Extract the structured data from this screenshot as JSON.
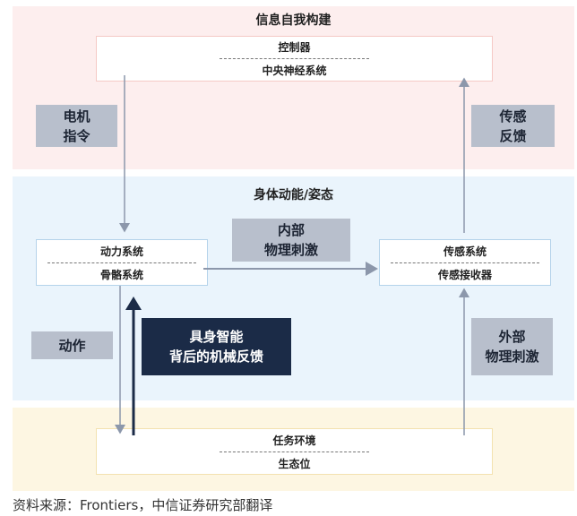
{
  "sections": {
    "info": "信息自我构建",
    "body": "身体动能/姿态"
  },
  "boxes": {
    "controller": {
      "top": "控制器",
      "bottom": "中央神经系统"
    },
    "motor": {
      "top": "动力系统",
      "bottom": "骨骼系统"
    },
    "sensor": {
      "top": "传感系统",
      "bottom": "传感接收器"
    },
    "environment": {
      "top": "任务环境",
      "bottom": "生态位"
    }
  },
  "labels": {
    "motor_command": "电机\n指令",
    "sensory_feedback": "传感\n反馈",
    "internal_stimulus": "内部\n物理刺激",
    "action": "动作",
    "embodied": "具身智能\n背后的机械反馈",
    "external_stimulus": "外部\n物理刺激"
  },
  "caption": "资料来源：Frontiers，中信证券研究部翻译",
  "colors": {
    "pink": "#fdeeee",
    "blue": "#eaf4fc",
    "yellow": "#fdf6e2",
    "label": "#b8bfcc",
    "dark": "#1b2b47",
    "arrow": "#8c97ab"
  }
}
